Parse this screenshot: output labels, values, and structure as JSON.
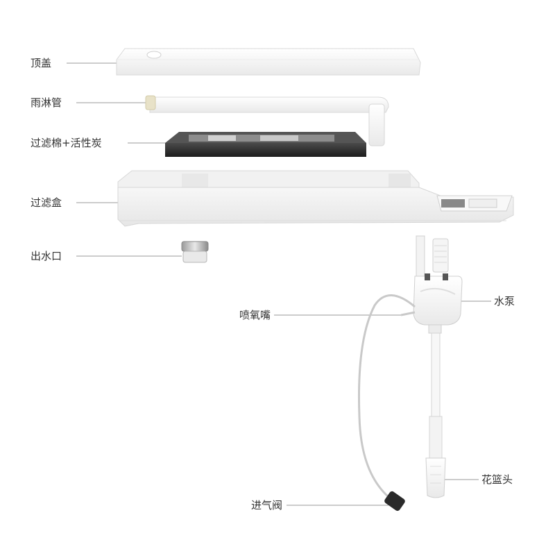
{
  "labels": {
    "top_cover": "顶盖",
    "rain_pipe": "雨淋管",
    "filter_media": "过滤棉+活性炭",
    "filter_box": "过滤盒",
    "water_outlet": "出水口",
    "oxygen_nozzle": "喷氧嘴",
    "water_pump": "水泵",
    "basket_head": "花篮头",
    "air_valve": "进气阀"
  },
  "colors": {
    "label_text": "#333333",
    "leader_line": "#9a9a9a",
    "part_white": "#f4f4f4",
    "part_edge": "#d8d8d8",
    "filter_dark": "#2b2b2b"
  }
}
